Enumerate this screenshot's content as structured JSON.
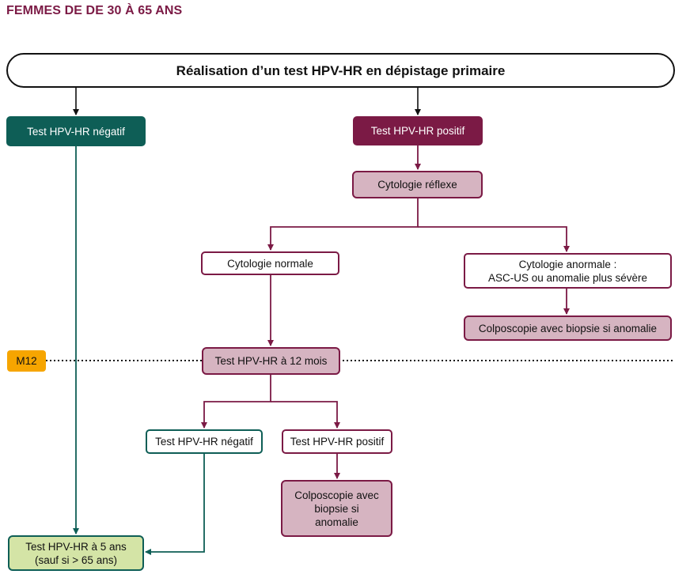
{
  "title": "FEMMES DE DE 30 À 65 ANS",
  "colors": {
    "wine": "#7b1a45",
    "teal": "#0e5e56",
    "pink": "#d6b4c1",
    "green": "#d4e4a6",
    "orange": "#f6a500"
  },
  "nodes": {
    "main": "Réalisation d’un test HPV-HR en dépistage primaire",
    "hpv_negative": "Test HPV-HR négatif",
    "hpv_positive": "Test HPV-HR positif",
    "cytology_reflex": "Cytologie réflexe",
    "cytology_normal": "Cytologie normale",
    "cytology_abnormal": [
      "Cytologie anormale :",
      "ASC-US ou anomalie plus sévère"
    ],
    "colposcopy_1": "Colposcopie avec biopsie si anomalie",
    "m12": "M12",
    "hpv_12_months": "Test HPV-HR à 12 mois",
    "hpv_negative_2": "Test HPV-HR négatif",
    "hpv_positive_2": "Test HPV-HR positif",
    "colposcopy_2": [
      "Colposcopie avec",
      "biopsie si",
      "anomalie"
    ],
    "hpv_5_years": [
      "Test HPV-HR à 5 ans",
      "(sauf si > 65 ans)"
    ]
  }
}
